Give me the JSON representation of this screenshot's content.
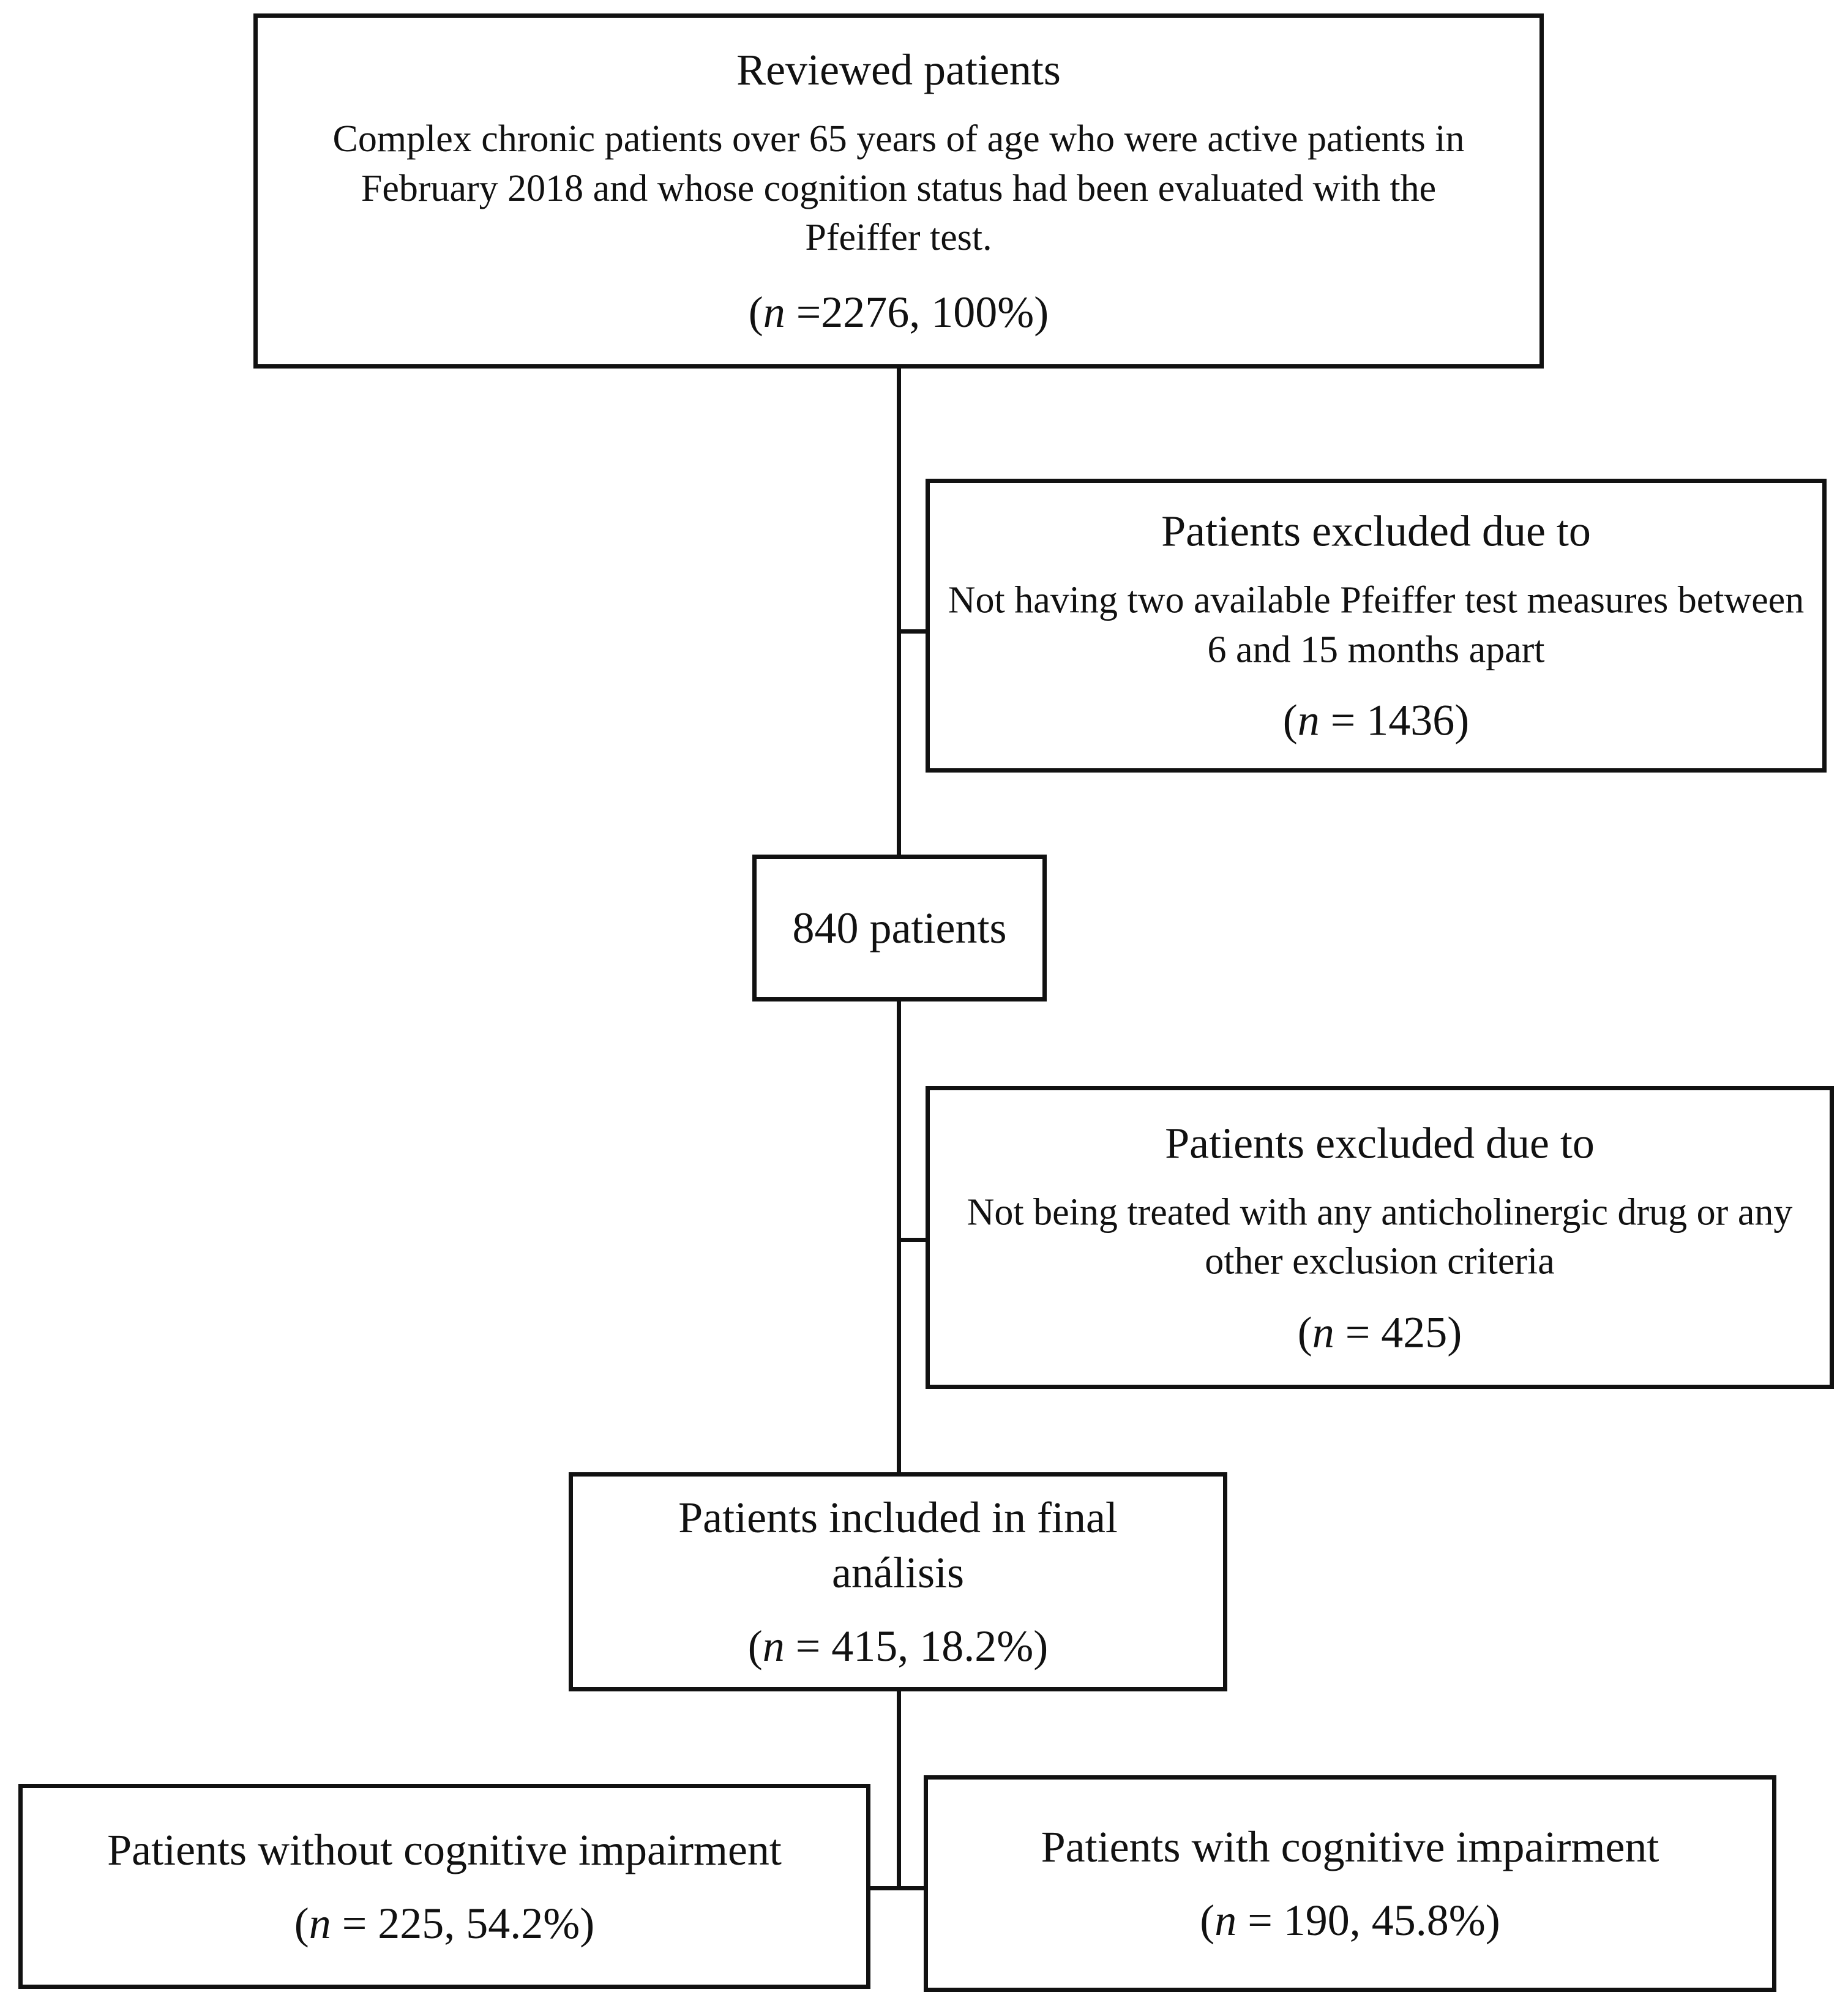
{
  "reviewed": {
    "title": "Reviewed patients",
    "description": "Complex chronic patients over 65 years of age who were active patients in February 2018 and whose cognition status had been evaluated with the Pfeiffer test.",
    "count_prefix": "(",
    "count_var": "n",
    "count_rest": " =2276, 100%)"
  },
  "excluded_1": {
    "title": "Patients excluded due to",
    "reason": "Not having two available Pfeiffer test measures between 6 and 15 months apart",
    "count_prefix": "(",
    "count_var": "n",
    "count_rest": " = 1436)"
  },
  "intermediate": {
    "label": "840 patients"
  },
  "excluded_2": {
    "title": "Patients excluded due to",
    "reason": "Not being treated with any anticholinergic drug or any other exclusion criteria",
    "count_prefix": "(",
    "count_var": "n",
    "count_rest": " = 425)"
  },
  "included": {
    "title": "Patients included in final análisis",
    "count_prefix": "(",
    "count_var": "n",
    "count_rest": " = 415, 18.2%)"
  },
  "without_impairment": {
    "title": "Patients without cognitive impairment",
    "count_prefix": "(",
    "count_var": "n",
    "count_rest": " = 225, 54.2%)"
  },
  "with_impairment": {
    "title": "Patients with cognitive impairment",
    "count_prefix": "(",
    "count_var": "n",
    "count_rest": " = 190, 45.8%)"
  }
}
